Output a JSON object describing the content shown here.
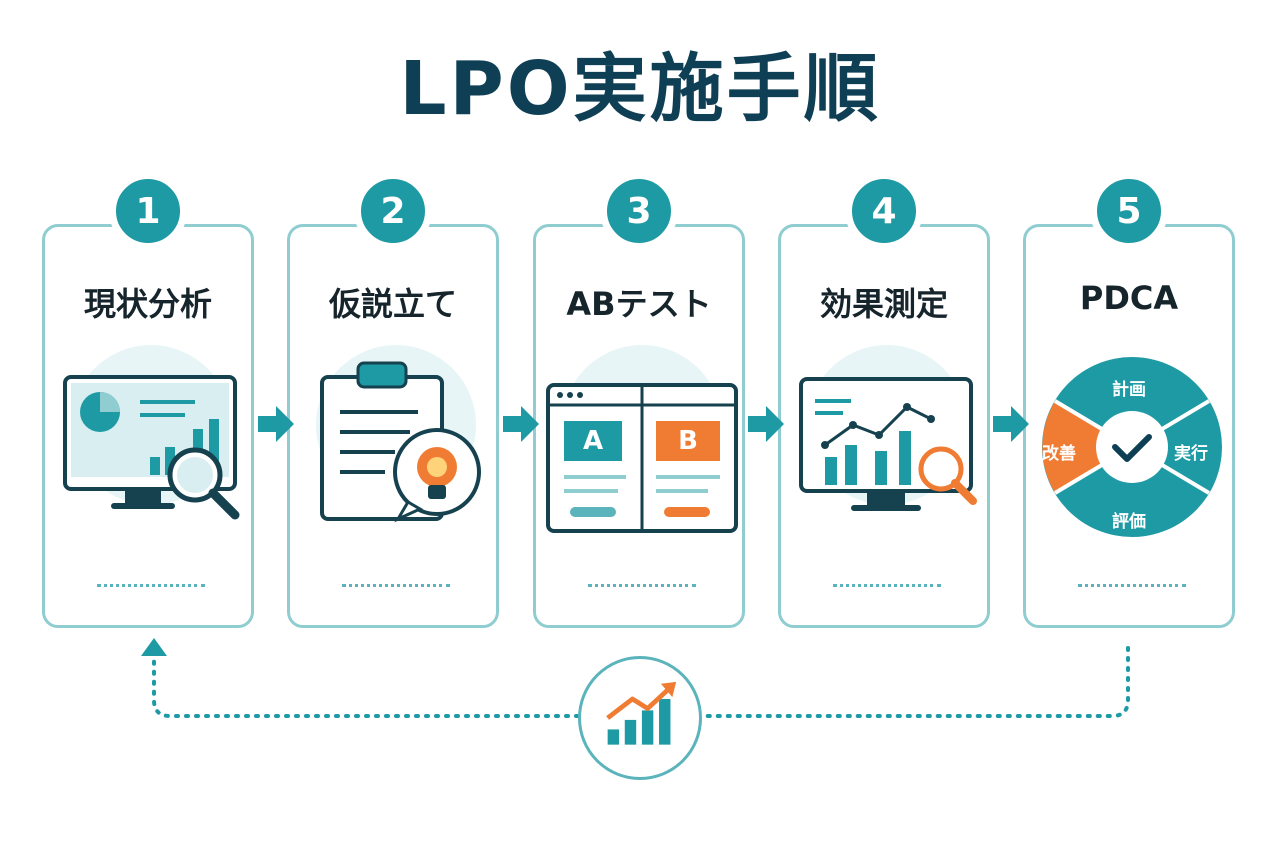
{
  "title": "LPO実施手順",
  "steps": [
    {
      "number": "1",
      "label": "現状分析"
    },
    {
      "number": "2",
      "label": "仮説立て"
    },
    {
      "number": "3",
      "label": "ABテスト"
    },
    {
      "number": "4",
      "label": "効果測定"
    },
    {
      "number": "5",
      "label": "PDCA"
    }
  ],
  "abtest": {
    "a_label": "A",
    "b_label": "B"
  },
  "pdca_cycle": {
    "plan": "計画",
    "do": "実行",
    "check": "評価",
    "act": "改善"
  },
  "colors": {
    "teal": "#1e9aa4",
    "navy": "#0f3f54",
    "orange": "#f07c34",
    "light_teal": "#8fcdd0"
  },
  "icons": [
    "analytics-monitor-icon",
    "clipboard-lightbulb-icon",
    "ab-test-window-icon",
    "measurement-monitor-icon",
    "pdca-cycle-icon",
    "growth-trend-icon"
  ]
}
